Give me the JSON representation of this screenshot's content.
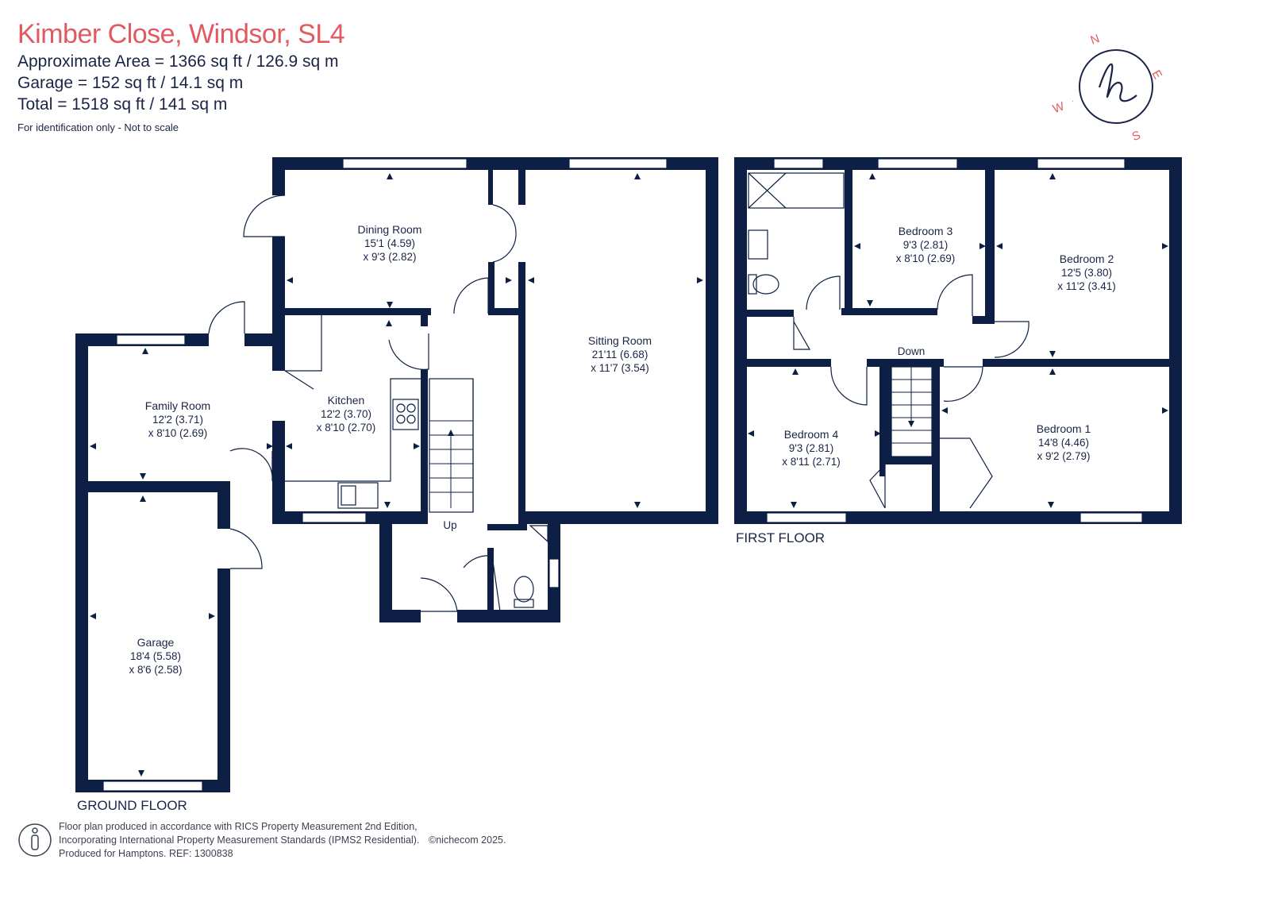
{
  "header": {
    "title": "Kimber Close, Windsor, SL4",
    "approx_area": "Approximate Area = 1366 sq ft / 126.9 sq m",
    "garage_area": "Garage = 152 sq ft / 14.1 sq m",
    "total_area": "Total = 1518 sq ft / 141 sq m",
    "note": "For identification only - Not to scale"
  },
  "compass": {
    "n": "N",
    "e": "E",
    "s": "S",
    "w": "W",
    "logo": "h"
  },
  "ground_floor": {
    "label": "GROUND FLOOR",
    "rooms": {
      "dining": {
        "name": "Dining Room",
        "dim1": "15'1 (4.59)",
        "dim2": "x 9'3 (2.82)"
      },
      "sitting": {
        "name": "Sitting Room",
        "dim1": "21'11 (6.68)",
        "dim2": "x 11'7 (3.54)"
      },
      "family": {
        "name": "Family Room",
        "dim1": "12'2 (3.71)",
        "dim2": "x 8'10 (2.69)"
      },
      "kitchen": {
        "name": "Kitchen",
        "dim1": "12'2 (3.70)",
        "dim2": "x 8'10 (2.70)"
      },
      "garage": {
        "name": "Garage",
        "dim1": "18'4 (5.58)",
        "dim2": "x 8'6 (2.58)"
      }
    },
    "stairs_label": "Up"
  },
  "first_floor": {
    "label": "FIRST FLOOR",
    "rooms": {
      "bedroom3": {
        "name": "Bedroom 3",
        "dim1": "9'3 (2.81)",
        "dim2": "x 8'10 (2.69)"
      },
      "bedroom2": {
        "name": "Bedroom 2",
        "dim1": "12'5 (3.80)",
        "dim2": "x 11'2 (3.41)"
      },
      "bedroom4": {
        "name": "Bedroom 4",
        "dim1": "9'3 (2.81)",
        "dim2": "x 8'11 (2.71)"
      },
      "bedroom1": {
        "name": "Bedroom 1",
        "dim1": "14'8 (4.46)",
        "dim2": "x 9'2 (2.79)"
      }
    },
    "stairs_label": "Down"
  },
  "footer": {
    "line1": "Floor plan produced in accordance with RICS Property Measurement 2nd Edition,",
    "line2": "Incorporating International Property Measurement Standards (IPMS2 Residential).",
    "line3": "Produced for Hamptons.   REF:  1300838",
    "copyright": "©nichecom 2025."
  },
  "colors": {
    "title": "#e05a5f",
    "walls": "#0d1f44",
    "text": "#1b2447"
  }
}
